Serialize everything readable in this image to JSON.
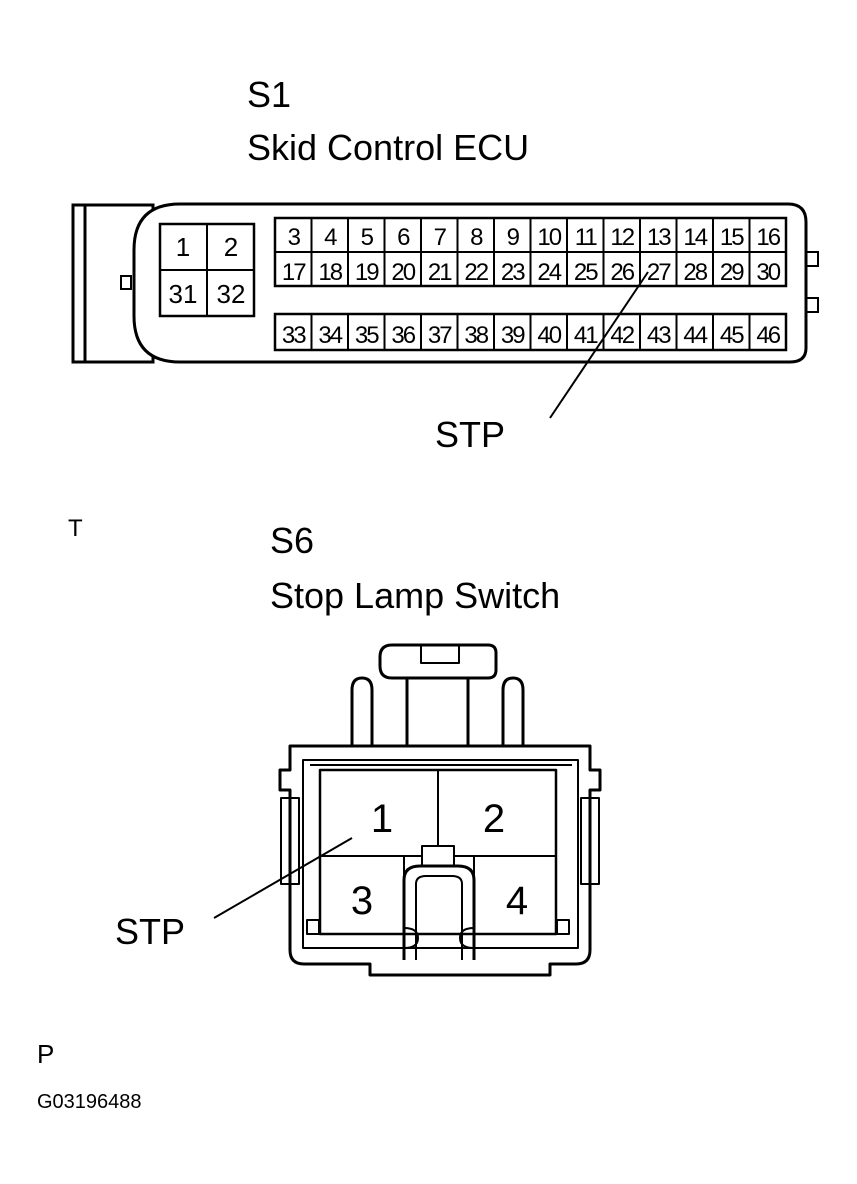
{
  "connector_s1": {
    "id": "S1",
    "name": "Skid Control ECU",
    "left_block": [
      [
        "1",
        "2"
      ],
      [
        "31",
        "32"
      ]
    ],
    "row_top": [
      "3",
      "4",
      "5",
      "6",
      "7",
      "8",
      "9",
      "10",
      "11",
      "12",
      "13",
      "14",
      "15",
      "16"
    ],
    "row_mid": [
      "17",
      "18",
      "19",
      "20",
      "21",
      "22",
      "23",
      "24",
      "25",
      "26",
      "27",
      "28",
      "29",
      "30"
    ],
    "row_bottom": [
      "33",
      "34",
      "35",
      "36",
      "37",
      "38",
      "39",
      "40",
      "41",
      "42",
      "43",
      "44",
      "45",
      "46"
    ],
    "callout": "STP"
  },
  "marker_t": "T",
  "connector_s6": {
    "id": "S6",
    "name": "Stop Lamp Switch",
    "pins": [
      "1",
      "2",
      "3",
      "4"
    ],
    "callout": "STP"
  },
  "marker_p": "P",
  "figure_code": "G03196488"
}
